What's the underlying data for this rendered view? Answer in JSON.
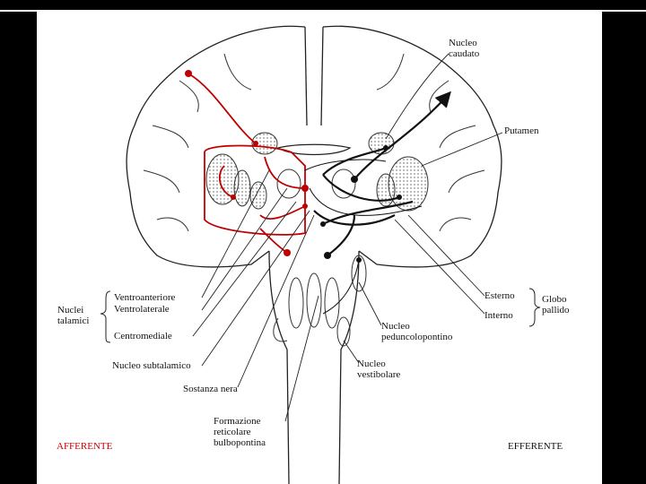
{
  "labels": {
    "nucleo_caudato": [
      "Nucleo",
      "caudato"
    ],
    "putamen": "Putamen",
    "esterno": "Esterno",
    "interno": "Interno",
    "globo_pallido": [
      "Globo",
      "pallido"
    ],
    "nuclei_talamici": [
      "Nuclei",
      "talamici"
    ],
    "ventroanteriore": "Ventroanteriore",
    "ventrolaterale": "Ventrolaterale",
    "centromediale": "Centromediale",
    "nucleo_subtalamico": "Nucleo subtalamico",
    "sostanza_nera": "Sostanza nera",
    "formazione": [
      "Formazione",
      "reticolare",
      "bulbopontina"
    ],
    "nucleo_peduncolopontino": [
      "Nucleo",
      "peduncolopontino"
    ],
    "nucleo_vestibolare": [
      "Nucleo",
      "vestibolare"
    ],
    "afferente": "AFFERENTE",
    "efferente": "EFFERENTE"
  },
  "colors": {
    "afferent": "#c00000",
    "efferent": "#111111",
    "background": "#000000",
    "panel": "#ffffff"
  }
}
